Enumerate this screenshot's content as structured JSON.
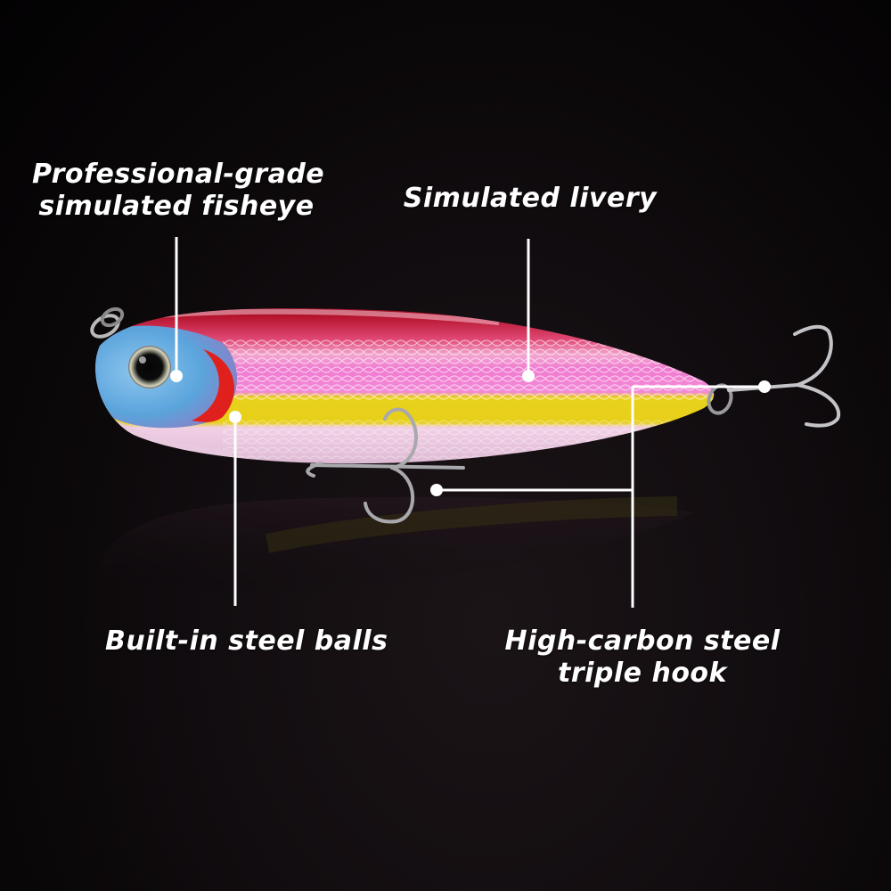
{
  "colors": {
    "background": "#080607",
    "callout_line": "#ffffff",
    "lure_back_red": "#b3122a",
    "lure_scale_pink": "#f07ad0",
    "lure_stripe_yellow": "#e9d21c",
    "lure_belly": "#efd6e6",
    "lure_head_blue": "#66aee0",
    "gill_red": "#e0201c"
  },
  "product": {
    "type": "topwater pencil fishing lure",
    "icons": [
      "fishing-lure-icon",
      "eye-icon",
      "treble-hook-icon",
      "split-ring-icon"
    ]
  },
  "callouts": [
    {
      "id": "fisheye",
      "lines": [
        "Professional-grade",
        "simulated fisheye"
      ]
    },
    {
      "id": "livery",
      "lines": [
        "Simulated livery"
      ]
    },
    {
      "id": "balls",
      "lines": [
        "Built-in steel balls"
      ]
    },
    {
      "id": "hook",
      "lines": [
        "High-carbon steel",
        "triple hook"
      ]
    }
  ]
}
